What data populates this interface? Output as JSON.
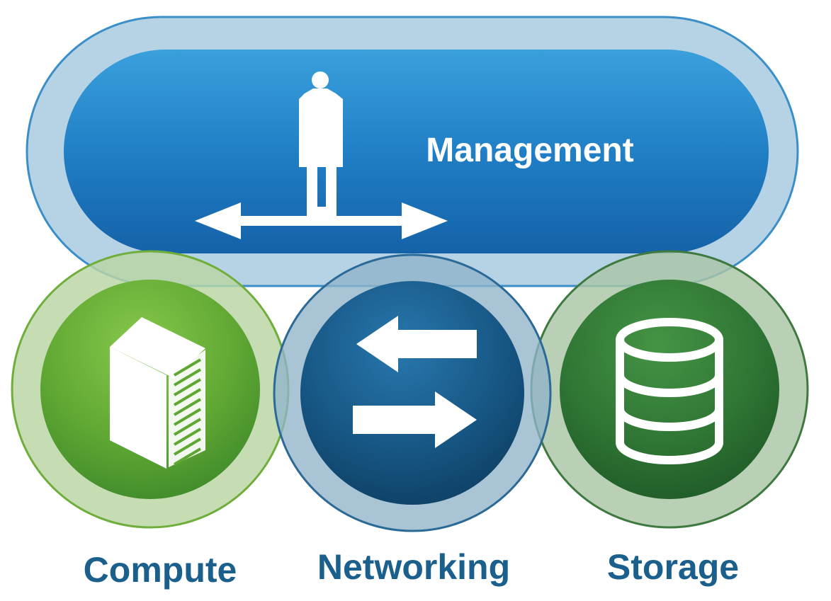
{
  "management": {
    "label": "Management",
    "icon": "person-with-arrows-icon"
  },
  "pillars": [
    {
      "key": "compute",
      "label": "Compute",
      "icon": "server-tower-icon"
    },
    {
      "key": "networking",
      "label": "Networking",
      "icon": "exchange-arrows-icon"
    },
    {
      "key": "storage",
      "label": "Storage",
      "icon": "database-icon"
    }
  ],
  "colors": {
    "management_fill_top": "#2f95d6",
    "management_fill_bottom": "#1565ad",
    "management_halo": "#a9cbe2",
    "management_outline": "#3b8fc8",
    "compute_fill_top": "#7cc142",
    "compute_fill_bottom": "#3f8a2a",
    "compute_halo": "#b9d6a4",
    "networking_fill_top": "#226ea3",
    "networking_fill_bottom": "#0d3e63",
    "networking_halo": "#8fb3c9",
    "storage_fill_top": "#3d8a3e",
    "storage_fill_bottom": "#1e5a26",
    "storage_halo": "#aac4a6",
    "label_text": "#1b5f8c",
    "icon_white": "#ffffff"
  }
}
